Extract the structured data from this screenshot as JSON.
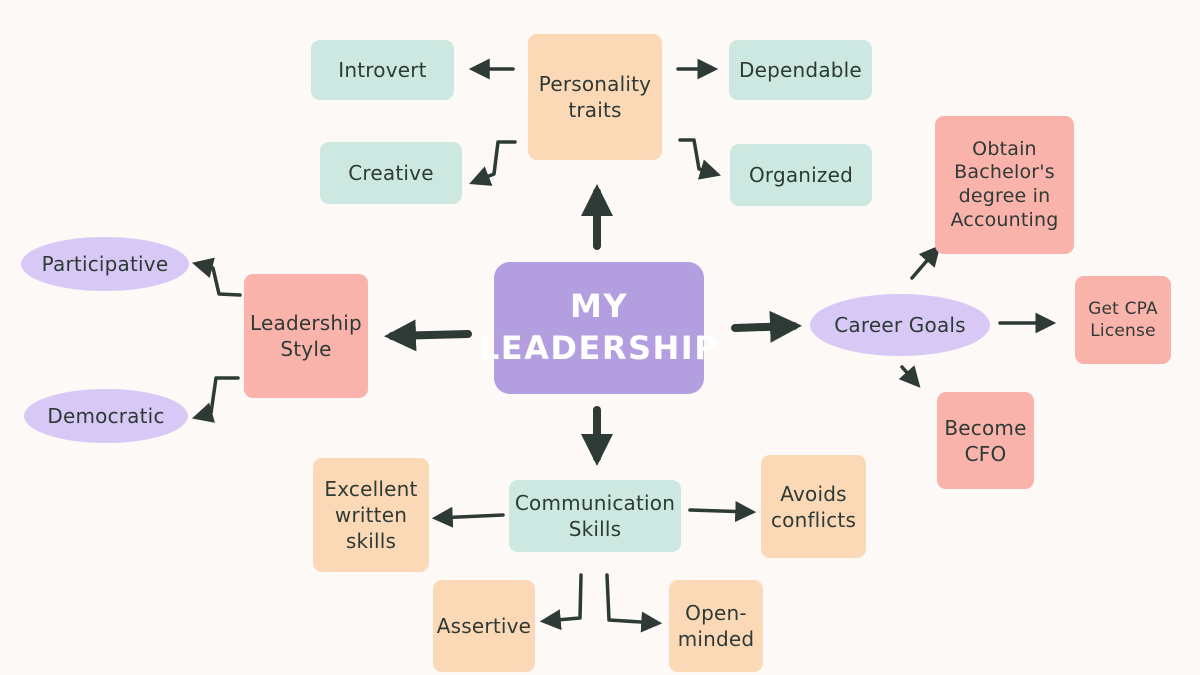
{
  "center": "MY\nLEADERSHIP",
  "personality": {
    "title": "Personality\ntraits",
    "introvert": "Introvert",
    "dependable": "Dependable",
    "creative": "Creative",
    "organized": "Organized"
  },
  "leadership_style": {
    "title": "Leadership\nStyle",
    "participative": "Participative",
    "democratic": "Democratic"
  },
  "career_goals": {
    "title": "Career Goals",
    "bachelors": "Obtain\nBachelor's\ndegree in\nAccounting",
    "cpa": "Get CPA\nLicense",
    "cfo": "Become\nCFO"
  },
  "communication": {
    "title": "Communication\nSkills",
    "written": "Excellent\nwritten\nskills",
    "conflicts": "Avoids\nconflicts",
    "assertive": "Assertive",
    "open_minded": "Open-\nminded"
  },
  "colors": {
    "mint": "#cce8e0",
    "peach": "#fcd9b6",
    "coral": "#f9b3ab",
    "lilac": "#d8c8f6",
    "center": "#b39fdf",
    "arrow": "#2e3a36",
    "background": "#fdf9f6"
  }
}
